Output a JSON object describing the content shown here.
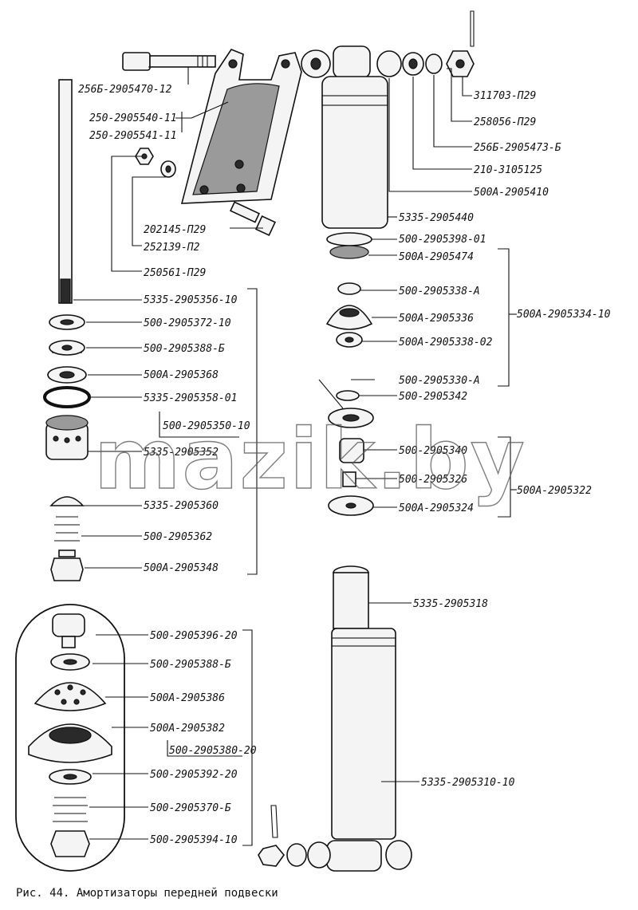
{
  "caption": "Рис. 44. Амортизаторы передней подвески",
  "watermark": "mazik.by",
  "labels": [
    "256Б-2905470-12",
    "250-2905540-11",
    "250-2905541-11",
    "202145-П29",
    "252139-П2",
    "250561-П29",
    "5335-2905356-10",
    "500-2905372-10",
    "500-2905388-Б",
    "500А-2905368",
    "5335-2905358-01",
    "500-2905350-10",
    "5335-2905352",
    "5335-2905360",
    "500-2905362",
    "500А-2905348",
    "311703-П29",
    "258056-П29",
    "256Б-2905473-Б",
    "210-3105125",
    "500А-2905410",
    "5335-2905440",
    "500-2905398-01",
    "500А-2905474",
    "500-2905338-А",
    "500А-2905336",
    "500А-2905334-10",
    "500А-2905338-02",
    "500-2905330-А",
    "500-2905342",
    "500-2905340",
    "500-2905326",
    "500А-2905322",
    "500А-2905324",
    "5335-2905318",
    "500-2905396-20",
    "500-2905388-Б",
    "500А-2905386",
    "500А-2905382",
    "500-2905380-20",
    "500-2905392-20",
    "500-2905370-Б",
    "500-2905394-10",
    "5335-2905310-10"
  ]
}
